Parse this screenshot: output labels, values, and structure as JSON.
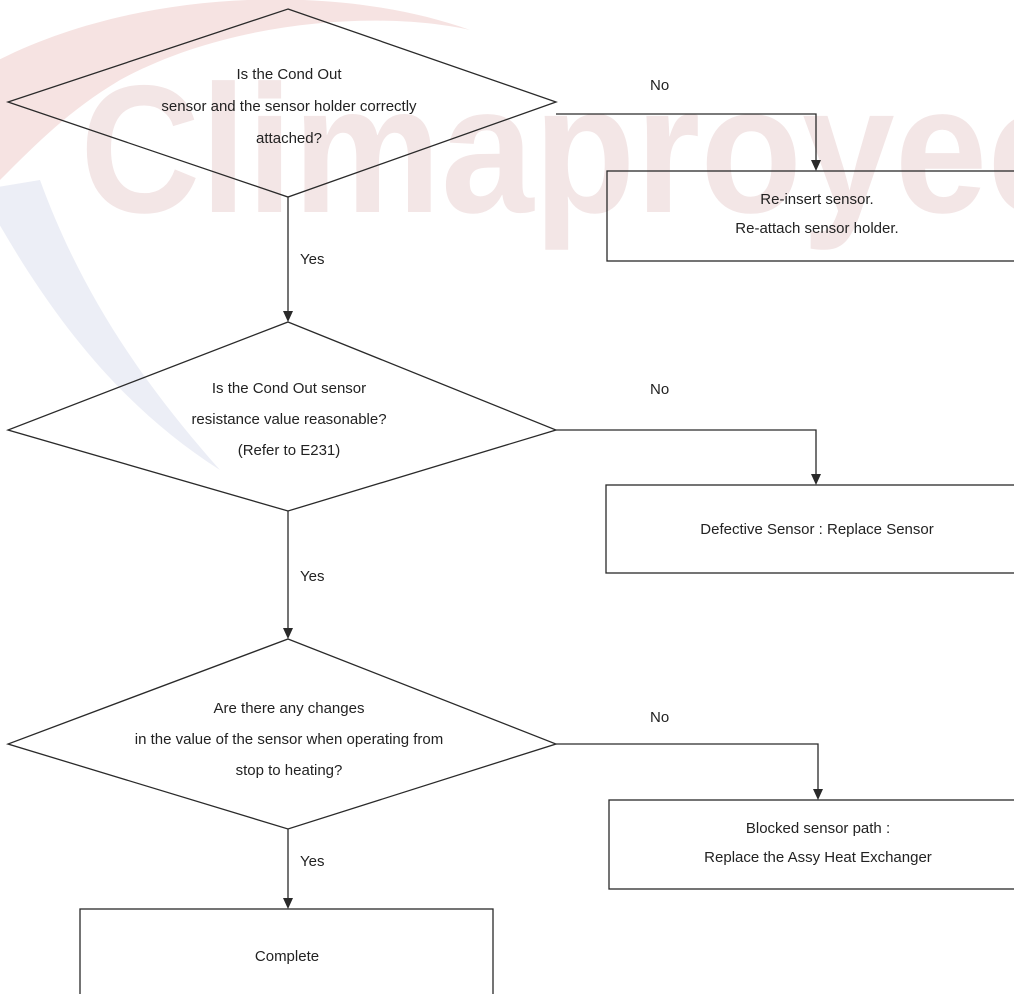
{
  "watermark": {
    "text": "Climaproyec",
    "color": "#f2e4e4",
    "swoosh_colors": [
      "#f6e3e2",
      "#e8e9f3"
    ]
  },
  "flowchart": {
    "decision1": {
      "lines": [
        "Is the Cond Out",
        "sensor and the sensor holder correctly",
        "attached?"
      ]
    },
    "action1": {
      "lines": [
        "Re-insert sensor.",
        "Re-attach sensor holder."
      ]
    },
    "decision2": {
      "lines": [
        "Is the Cond Out sensor",
        "resistance value reasonable?",
        "(Refer to E231)"
      ]
    },
    "action2": {
      "lines": [
        "Defective Sensor : Replace Sensor"
      ]
    },
    "decision3": {
      "lines": [
        "Are there any changes",
        "in the value of the sensor when operating from",
        "stop to heating?"
      ]
    },
    "action3": {
      "lines": [
        "Blocked sensor path :",
        "Replace the Assy Heat Exchanger"
      ]
    },
    "terminal": {
      "lines": [
        "Complete"
      ]
    },
    "edge_labels": {
      "no": "No",
      "yes": "Yes"
    }
  }
}
